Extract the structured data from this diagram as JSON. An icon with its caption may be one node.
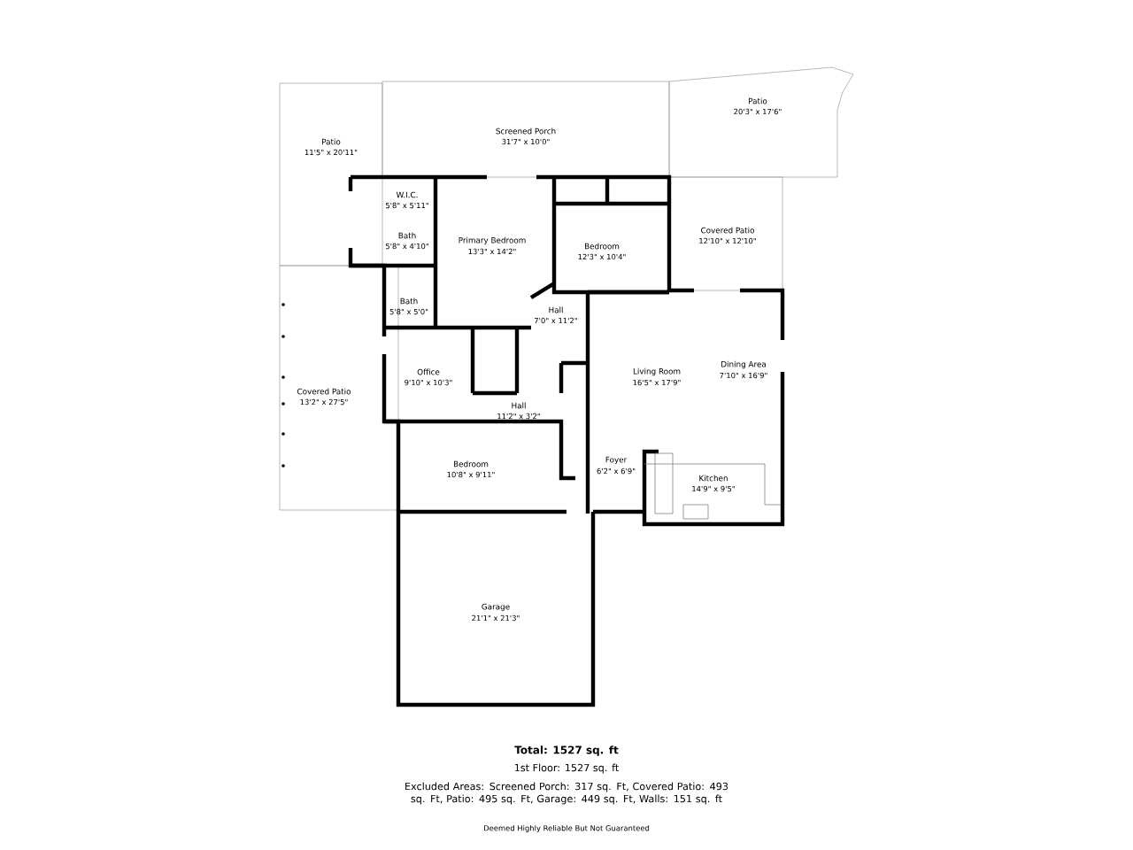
{
  "diagram": {
    "labels": [
      "Patio",
      "11'5\" x 20'11\"",
      "Screened Porch",
      "31'7\" x 10'0\"",
      "Patio",
      "20'3\" x 17'6\"",
      "W.I.C.",
      "5'8\" x 5'11\"",
      "Primary Bedroom",
      "13'3\" x 14'2\"",
      "Bedroom",
      "12'3\" x 10'4\"",
      "Covered Patio",
      "12'10\" x 12'10\"",
      "Bath",
      "5'8\" x 4'10\"",
      "Bath",
      "5'8\" x 5'0\"",
      "Hall",
      "7'0\" x 11'2\"",
      "Office",
      "9'10\" x 10'3\"",
      "Hall",
      "11'2\" x 3'2\"",
      "Living Room",
      "16'5\" x 17'9\"",
      "Dining Area",
      "7'10\" x 16'9\"",
      "Covered Patio",
      "13'2\" x 27'5\"",
      "Bedroom",
      "10'8\" x 9'11\"",
      "Foyer",
      "6'2\" x 6'9\"",
      "Kitchen",
      "14'9\" x 9'5\"",
      "Garage",
      "21'1\" x 21'3\"",
      "Total: 1527 sq. ft",
      "1st Floor: 1527 sq. ft",
      "Excluded Areas: Screened Porch: 317 sq. Ft, Covered Patio: 493 sq. Ft, Patio: 495 sq. Ft, Garage: 449 sq. Ft, Walls: 151 sq. ft",
      "Deemed Highly Reliable But Not Guaranteed"
    ]
  }
}
